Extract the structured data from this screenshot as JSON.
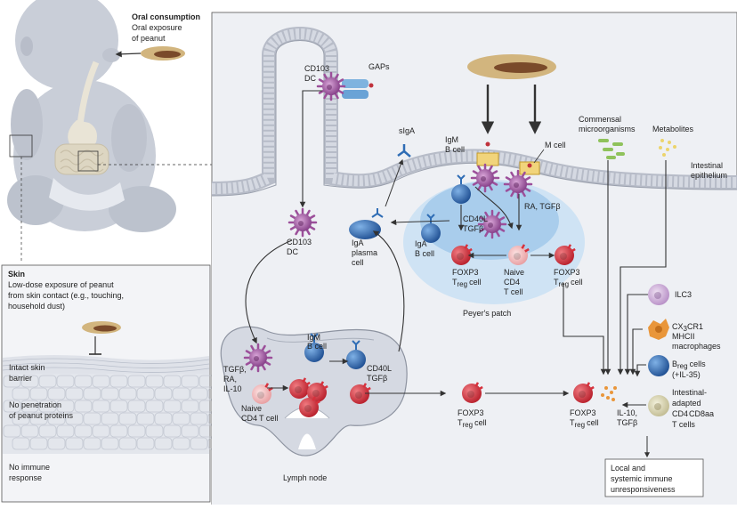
{
  "oral": {
    "title": "Oral consumption",
    "line1": "Oral exposure",
    "line2": "of peanut"
  },
  "skin": {
    "title": "Skin",
    "line1": "Low-dose exposure of peanut",
    "line2": "from skin contact (e.g., touching,",
    "line3": "household dust)",
    "intact1": "Intact skin",
    "intact2": "barrier",
    "nopen1": "No penetration",
    "nopen2": "of peanut proteins",
    "noimm1": "No immune",
    "noimm2": "response"
  },
  "labels": {
    "cd103_top": "CD103",
    "dc_top": "DC",
    "gaps": "GAPs",
    "siga": "sIgA",
    "igm_b1": "IgM",
    "igm_b2": "B cell",
    "m_cell": "M cell",
    "commensal1": "Commensal",
    "commensal2": "microorganisms",
    "metabolites": "Metabolites",
    "epithelium1": "Intestinal",
    "epithelium2": "epithelium",
    "cd103_mid": "CD103",
    "dc_mid": "DC",
    "iga_plasma1": "IgA",
    "iga_plasma2": "plasma",
    "iga_plasma3": "cell",
    "iga_b1": "IgA",
    "iga_b2": "B cell",
    "cd40l_pp1": "CD40L",
    "cd40l_pp2": "TGFβ",
    "ra_tgf": "RA, TGFβ",
    "foxp3_pp": "FOXP3",
    "treg_pp": "T",
    "treg_sub": "reg",
    "treg_cell": "cell",
    "naive_pp1": "Naive",
    "naive_pp2": "CD4",
    "naive_pp3": "T cell",
    "foxp3_pp2": "FOXP3",
    "peyers": "Peyer's patch",
    "ilc3": "ILC3",
    "cx3cr1_1": "CX",
    "cx3cr1_2": "CR1",
    "mhcii": "MHCII",
    "macro": "macrophages",
    "breg1": "B",
    "breg_sub": "reg",
    "breg2": "cells",
    "il35": "(+IL-35)",
    "iea1": "Intestinal-",
    "iea2": "adapted",
    "iea3": "CD4",
    "iea3b": "CD8aa",
    "iea4": "T cells",
    "igm_ln1": "IgM",
    "igm_ln2": "B cell",
    "tgf_ln1": "TGFβ,",
    "tgf_ln2": "RA,",
    "tgf_ln3": "IL-10",
    "cd40l_ln1": "CD40L",
    "cd40l_ln2": "TGFβ",
    "naive_ln1": "Naive",
    "naive_ln2": "CD4",
    "naive_ln3": "T cell",
    "lymph": "Lymph node",
    "foxp3_mid": "FOXP3",
    "foxp3_right": "FOXP3",
    "il10_1": "IL-10,",
    "il10_2": "TGFβ",
    "outcome1": "Local and",
    "outcome2": "systemic immune",
    "outcome3": "unresponsiveness"
  },
  "colors": {
    "panel_bg": "#eef0f4",
    "tissue": "#d9dde6",
    "peyer_outer": "#cfe3f4",
    "peyer_inner": "#a9cdec",
    "treg_red": "#d6313c",
    "b_blue": "#2f6db5",
    "dc_purple": "#9c4f9a",
    "naive_pink": "#f3b2b4",
    "ilc3_lilac": "#c8a3d3",
    "macro_orange": "#e9963a",
    "iea_sand": "#dcd8b4",
    "peanut": "#d2b57e"
  }
}
